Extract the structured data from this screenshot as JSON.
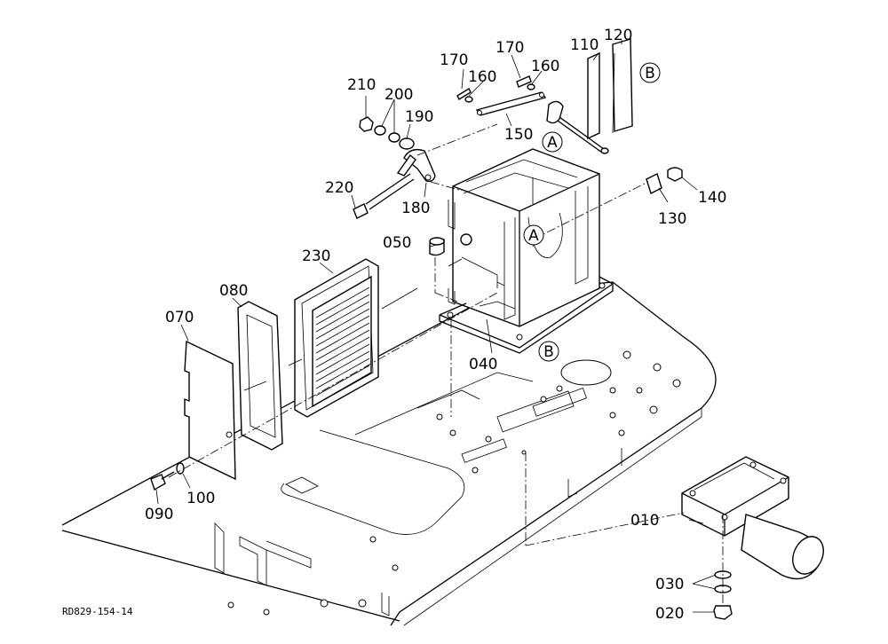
{
  "drawing_code": "RD829-154-14",
  "part_labels": {
    "p010": "010",
    "p020": "020",
    "p030": "030",
    "p040": "040",
    "p050": "050",
    "p070": "070",
    "p080": "080",
    "p090": "090",
    "p100": "100",
    "p110": "110",
    "p120": "120",
    "p130": "130",
    "p140": "140",
    "p150": "150",
    "p160a": "160",
    "p160b": "160",
    "p170a": "170",
    "p170b": "170",
    "p180": "180",
    "p190": "190",
    "p200": "200",
    "p210": "210",
    "p220": "220",
    "p230": "230"
  },
  "reference_marks": {
    "a_top": "A",
    "a_box": "A",
    "b_top": "B",
    "b_bottom": "B"
  }
}
